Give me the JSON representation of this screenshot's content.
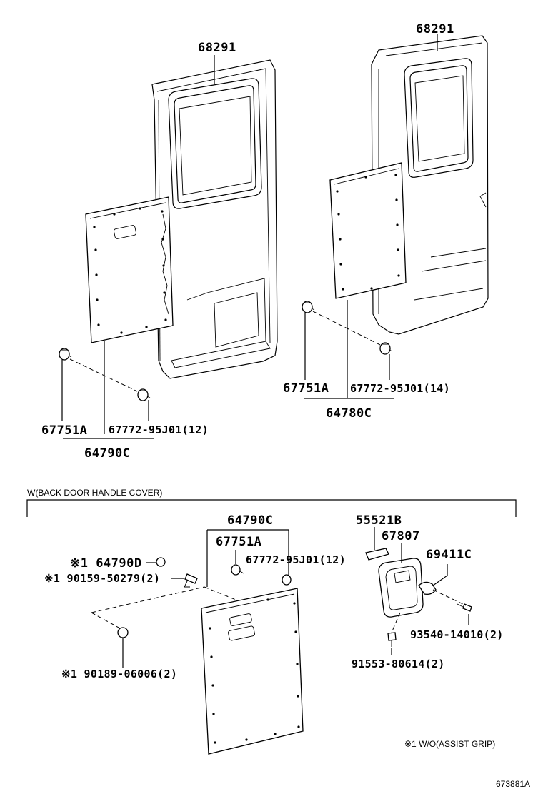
{
  "left_door": {
    "glass_part": "68291",
    "clip_a": "67751A",
    "clip_b": "67772-95J01(12)",
    "board_assy": "64790C"
  },
  "right_door": {
    "glass_part": "68291",
    "clip_a": "67751A",
    "clip_b": "67772-95J01(14)",
    "board_assy": "64780C"
  },
  "section": {
    "header": "W(BACK DOOR HANDLE COVER)",
    "board_assy": "64790C",
    "clip_a": "67751A",
    "clip_b": "67772-95J01(12)",
    "part_64790d": "※1 64790D",
    "part_90159": "※1 90159-50279(2)",
    "part_90189": "※1 90189-06006(2)",
    "part_55521b": "55521B",
    "part_67807": "67807",
    "part_69411c": "69411C",
    "part_93540": "93540-14010(2)",
    "part_91553": "91553-80614(2)",
    "footnote": "※1 W/O(ASSIST GRIP)"
  },
  "figure_id": "673881A"
}
